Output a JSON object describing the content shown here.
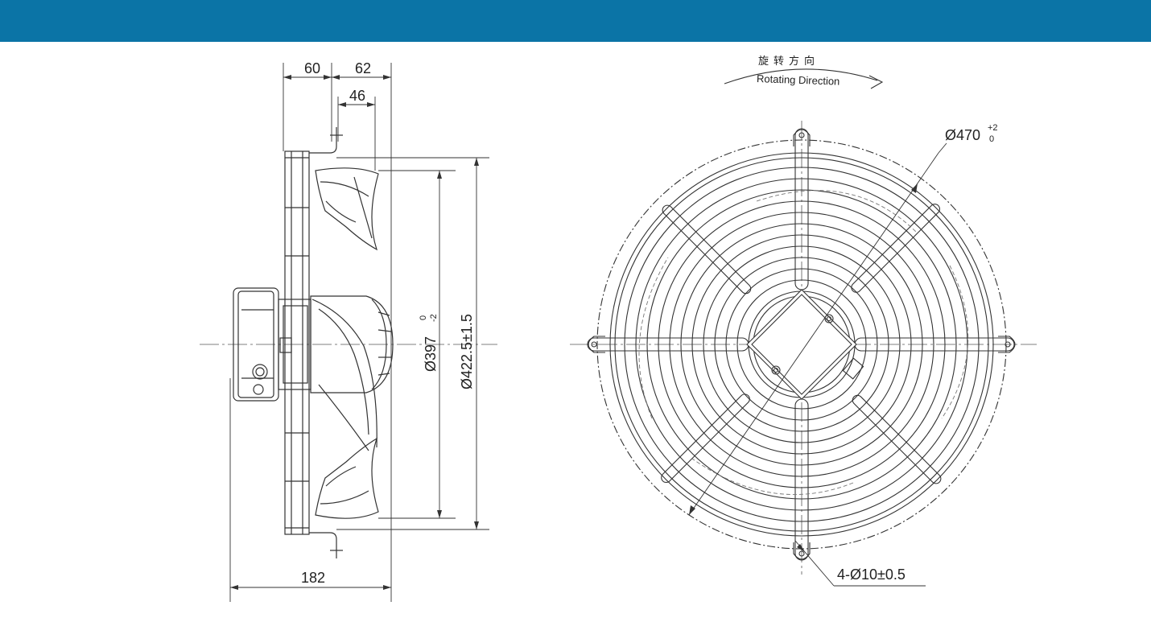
{
  "banner": {
    "color": "#0b74a6"
  },
  "side_view": {
    "dim_top_left": "60",
    "dim_top_right": "62",
    "dim_inner": "46",
    "dim_bottom": "182",
    "dia_397": "Ø397",
    "dia_397_tol_upper": "0",
    "dia_397_tol_lower": "-2",
    "dia_422": "Ø422.5±1.5"
  },
  "front_view": {
    "rotating_cn": "旋转方向",
    "rotating_en": "Rotating Direction",
    "dia_470": "Ø470",
    "dia_470_tol_upper": "+2",
    "dia_470_tol_lower": "0",
    "holes": "4-Ø10±0.5"
  },
  "colors": {
    "line": "#333333",
    "center_line": "#555555"
  }
}
